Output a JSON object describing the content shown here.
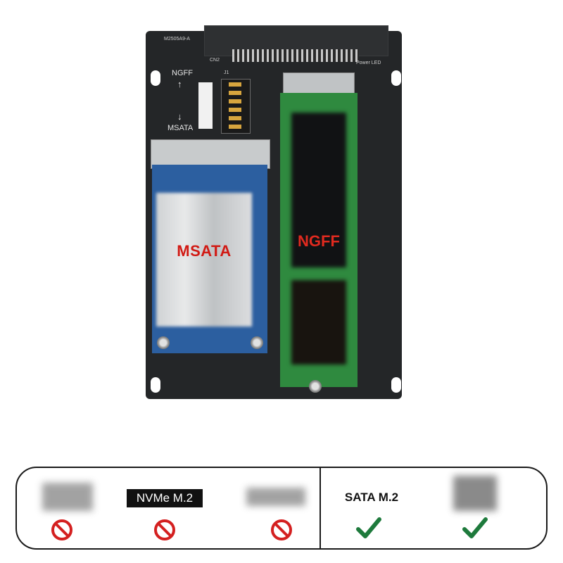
{
  "board": {
    "model": "M2505A9-A",
    "switch_top": "NGFF",
    "switch_bottom": "MSATA",
    "switch_arrow_up": "↑",
    "switch_arrow_down": "↓",
    "connector_label": "CN2",
    "power_led_label": "Power LED",
    "jumper_label": "J1"
  },
  "cards": {
    "msata_label": "MSATA",
    "ngff_label": "NGFF"
  },
  "compatibility": {
    "nvme_label": "NVMe M.2",
    "sata_label": "SATA M.2",
    "colors": {
      "not_supported": "#d42020",
      "supported": "#1e7a3c"
    },
    "items": [
      {
        "status": "not-supported",
        "icon": "prohibited-icon"
      },
      {
        "status": "not-supported",
        "icon": "prohibited-icon"
      },
      {
        "status": "not-supported",
        "icon": "prohibited-icon"
      },
      {
        "status": "supported",
        "icon": "checkmark-icon"
      },
      {
        "status": "supported",
        "icon": "checkmark-icon"
      }
    ]
  }
}
